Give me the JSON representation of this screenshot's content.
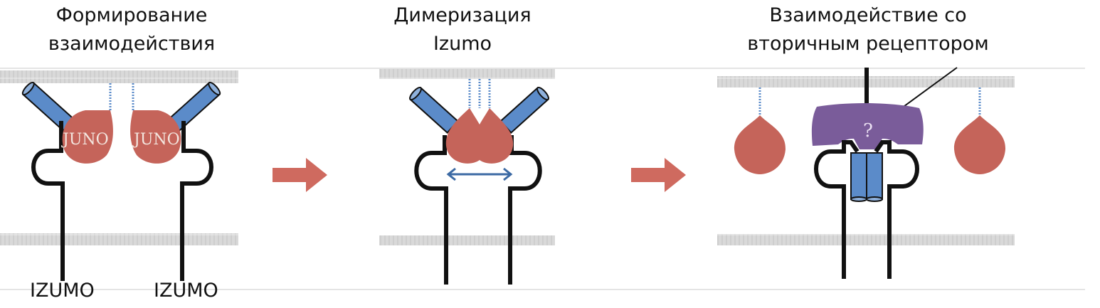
{
  "panels": [
    {
      "title_line1": "Формирование",
      "title_line2": "взаимодействия",
      "labels": [
        "IZUMO",
        "IZUMO"
      ],
      "protein_label": "JUNO"
    },
    {
      "title_line1": "Димеризация",
      "title_line2": "Izumo"
    },
    {
      "title_line1": "Взаимодействие со",
      "title_line2": "вторичным рецептором",
      "unknown_mark": "?"
    }
  ],
  "colors": {
    "juno": "#c5645a",
    "rod": "#5b8bc9",
    "receptor": "#7a5c9a",
    "arrow": "#cf6a5f",
    "membrane": "#d6d6d6"
  }
}
